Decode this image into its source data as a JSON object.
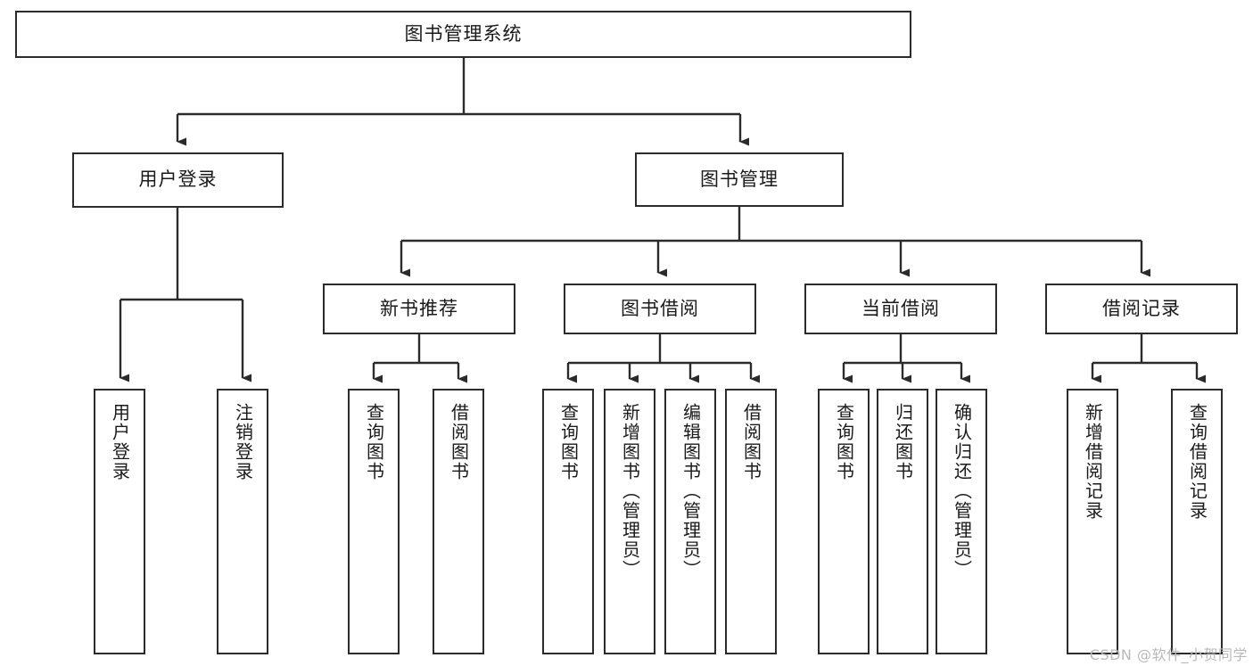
{
  "diagram": {
    "title": "图书管理系统",
    "type": "tree-hierarchy",
    "root": {
      "label": "图书管理系统"
    },
    "level2": [
      {
        "label": "用户登录"
      },
      {
        "label": "图书管理"
      }
    ],
    "level3": [
      {
        "label": "新书推荐"
      },
      {
        "label": "图书借阅"
      },
      {
        "label": "当前借阅"
      },
      {
        "label": "借阅记录"
      }
    ],
    "leaves": {
      "user_login": [
        {
          "label": "用户登录"
        },
        {
          "label": "注销登录"
        }
      ],
      "new_book_recommend": [
        {
          "label": "查询图书"
        },
        {
          "label": "借阅图书"
        }
      ],
      "book_borrow": [
        {
          "label": "查询图书"
        },
        {
          "label": "新增图书（管理员）"
        },
        {
          "label": "编辑图书（管理员）"
        },
        {
          "label": "借阅图书"
        }
      ],
      "current_borrow": [
        {
          "label": "查询图书"
        },
        {
          "label": "归还图书"
        },
        {
          "label": "确认归还（管理员）"
        }
      ],
      "borrow_record": [
        {
          "label": "新增借阅记录"
        },
        {
          "label": "查询借阅记录"
        }
      ]
    },
    "watermark": "CSDN @软件_小贺同学",
    "colors": {
      "box_border": "#2b2b2b",
      "box_fill": "#ffffff",
      "connector": "#2b2b2b",
      "text": "#1a1a1a",
      "watermark": "#b9b9b9"
    }
  }
}
